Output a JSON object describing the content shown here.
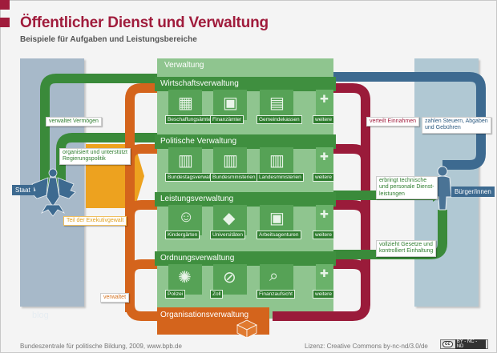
{
  "header": {
    "title": "Öffentlicher Dienst und Verwaltung",
    "subtitle": "Beispiele für Aufgaben und Leistungsbereiche"
  },
  "colors": {
    "title": "#a01c3c",
    "green": "#3f8f3f",
    "admin_bg": "#8fc58f",
    "orange": "#d4641c",
    "yellow": "#eda21f",
    "crimson": "#9a1b3a",
    "blue": "#3d6a90",
    "left_column": "#a7b9c9",
    "right_column": "#b0c8d3"
  },
  "actors": {
    "state": {
      "label": "Staat",
      "icon": "federal-eagle-icon"
    },
    "citizens": {
      "label": "Bürger/innen",
      "icon": "person-icon"
    }
  },
  "administration": {
    "title": "Verwaltung",
    "bands": [
      {
        "label": "Wirtschaftsverwaltung",
        "units": [
          {
            "label": "Beschaffungsämter",
            "icon": "boxes-icon"
          },
          {
            "label": "Finanzämter",
            "icon": "safe-icon"
          },
          {
            "label": "Gemeindekassen",
            "icon": "cash-register-icon"
          },
          {
            "label": "weitere",
            "icon": "puzzle-icon"
          }
        ]
      },
      {
        "label": "Politische Verwaltung",
        "units": [
          {
            "label": "Bundestagsverwaltung",
            "icon": "parliament-icon"
          },
          {
            "label": "Bundesministerien",
            "icon": "building-icon"
          },
          {
            "label": "Landesministerien",
            "icon": "building-icon"
          },
          {
            "label": "weitere",
            "icon": "puzzle-icon"
          }
        ]
      },
      {
        "label": "Leistungsverwaltung",
        "units": [
          {
            "label": "Kindergärten",
            "icon": "teddy-bear-icon"
          },
          {
            "label": "Universitäten",
            "icon": "graduation-cap-icon"
          },
          {
            "label": "Arbeitsagenturen",
            "icon": "ticket-machine-icon"
          },
          {
            "label": "weitere",
            "icon": "puzzle-icon"
          }
        ]
      },
      {
        "label": "Ordnungsverwaltung",
        "units": [
          {
            "label": "Polizei",
            "icon": "police-star-icon"
          },
          {
            "label": "Zoll",
            "icon": "barrier-icon"
          },
          {
            "label": "Finanzaufsicht",
            "icon": "magnifier-icon"
          },
          {
            "label": "weitere",
            "icon": "puzzle-icon"
          }
        ]
      }
    ],
    "organisation": {
      "label": "Organisationsverwaltung",
      "icon": "filing-box-icon"
    }
  },
  "notes": {
    "verwaltet_vermoegen": "verwaltet Vermögen",
    "organisiert_1": "organisiert und unterstützt",
    "organisiert_2": "Regierungspolitik",
    "teil_exekutive": "Teil der Exekutivgewalt",
    "verwaltet": "verwaltet",
    "verteilt_einnahmen": "verteilt Einnahmen",
    "zahlen_1": "zahlen Steuern, Abgaben",
    "zahlen_2": "und Gebühren",
    "erbringt_1": "erbringt technische",
    "erbringt_2": "und personale Dienst-",
    "erbringt_3": "leistungen",
    "vollzieht_1": "vollzieht Gesetze und",
    "vollzieht_2": "kontrolliert Einhaltung"
  },
  "watermark": "blog",
  "footer": {
    "source": "Bundeszentrale für politische Bildung, 2009, www.bpb.de",
    "license": "Lizenz: Creative Commons by-nc-nd/3.0/de",
    "badge_cc": "cc",
    "badge_terms": "BY - NC - ND"
  }
}
